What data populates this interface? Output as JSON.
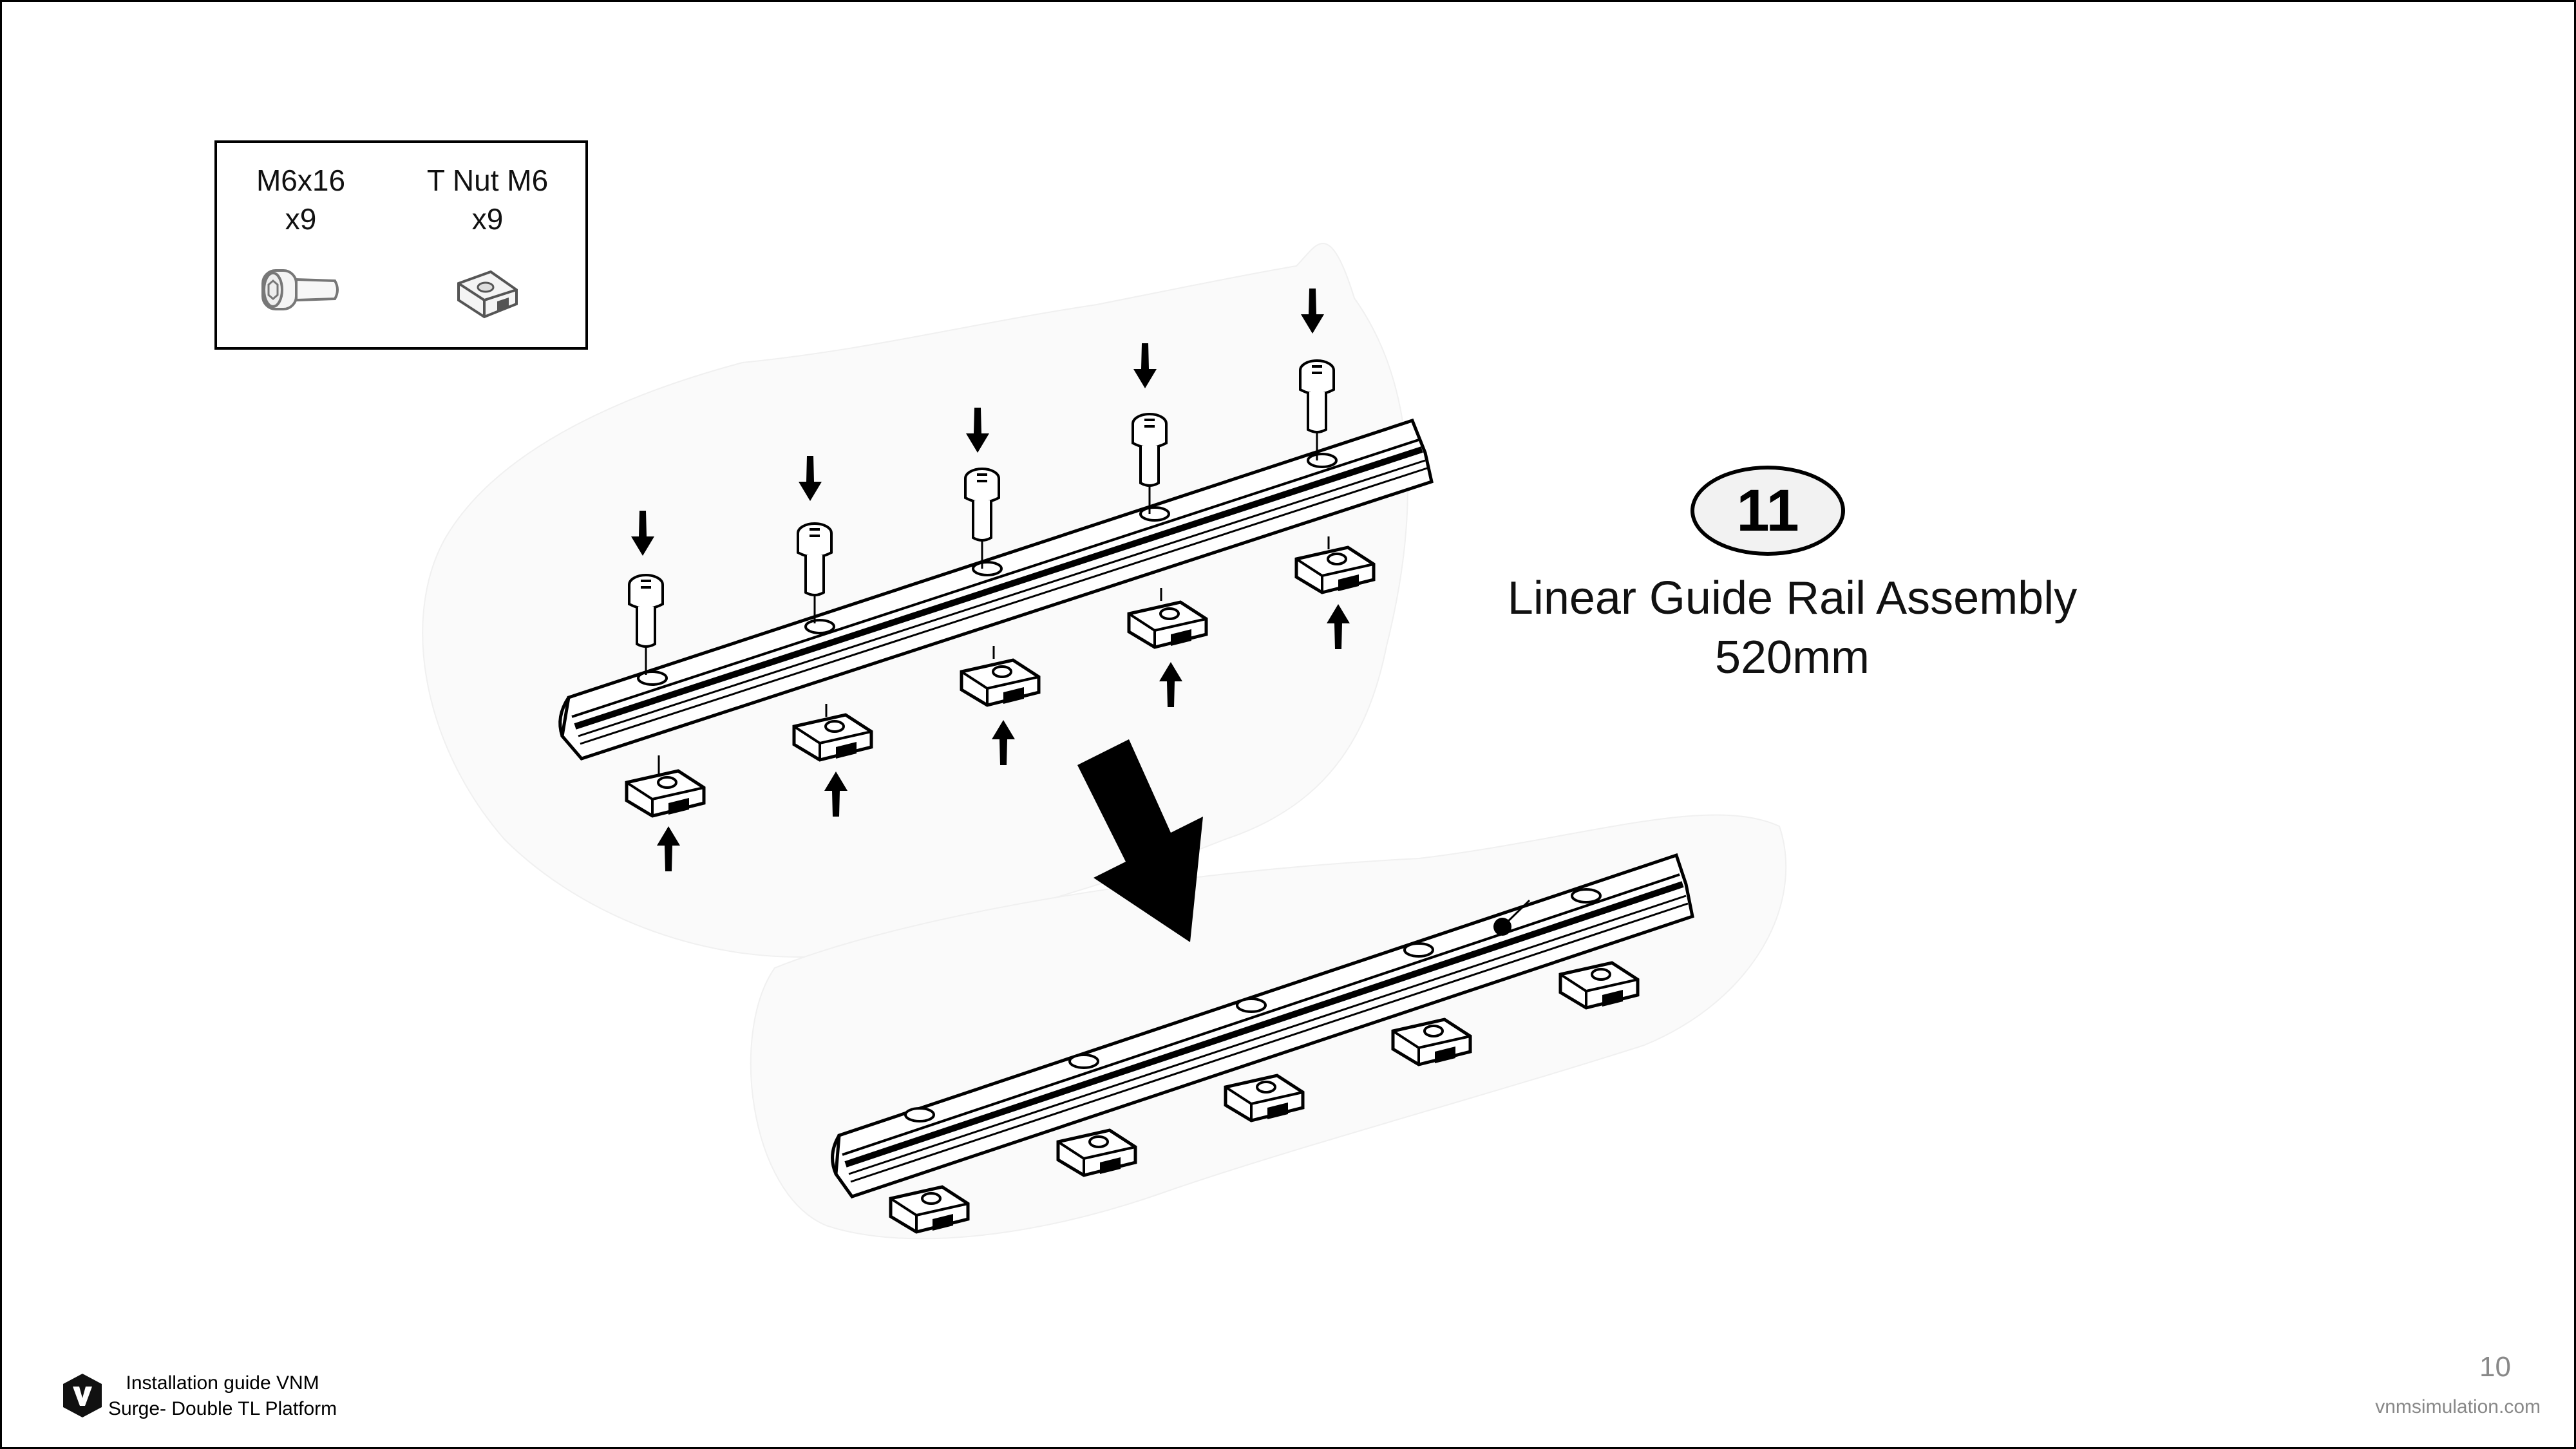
{
  "parts": [
    {
      "name": "M6x16",
      "qty": "x9",
      "icon": "bolt-icon"
    },
    {
      "name": "T Nut M6",
      "qty": "x9",
      "icon": "t-nut-icon"
    }
  ],
  "step": {
    "number": "11",
    "title_line1": "Linear Guide Rail Assembly",
    "title_line2": "520mm"
  },
  "footer": {
    "logo_icon": "vnm-logo-icon",
    "guide_line1": "Installation guide VNM",
    "guide_line2": "Surge- Double TL Platform",
    "page_number": "10",
    "website": "vnmsimulation.com"
  }
}
